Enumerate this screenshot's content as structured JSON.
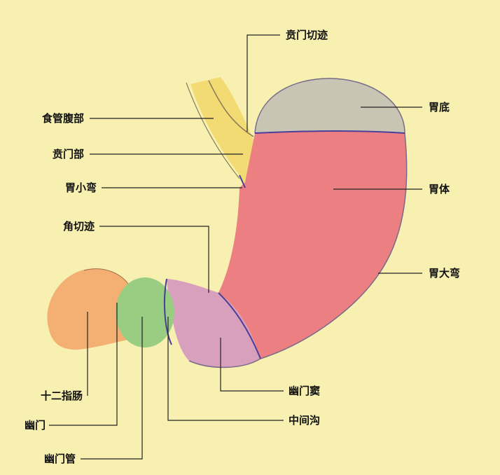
{
  "labels": {
    "cardiac_notch": "贲门切迹",
    "fundus": "胃底",
    "abdominal_esophagus": "食管腹部",
    "cardia": "贲门部",
    "lesser_curvature": "胃小弯",
    "body": "胃体",
    "angular_incisure": "角切迹",
    "greater_curvature": "胃大弯",
    "duodenum": "十二指肠",
    "pyloric_antrum": "幽门窦",
    "pylorus": "幽门",
    "intermediate_sulcus": "中间沟",
    "pyloric_canal": "幽门管"
  },
  "colors": {
    "background": "#f7f0b0",
    "fundus": "#c8c5b5",
    "body": "#ec7f82",
    "antrum": "#d9a0bd",
    "pyloric_canal": "#98cd82",
    "duodenum": "#f2a86c",
    "esophagus": "#f2d76a",
    "outline": "#5a4a8a"
  }
}
